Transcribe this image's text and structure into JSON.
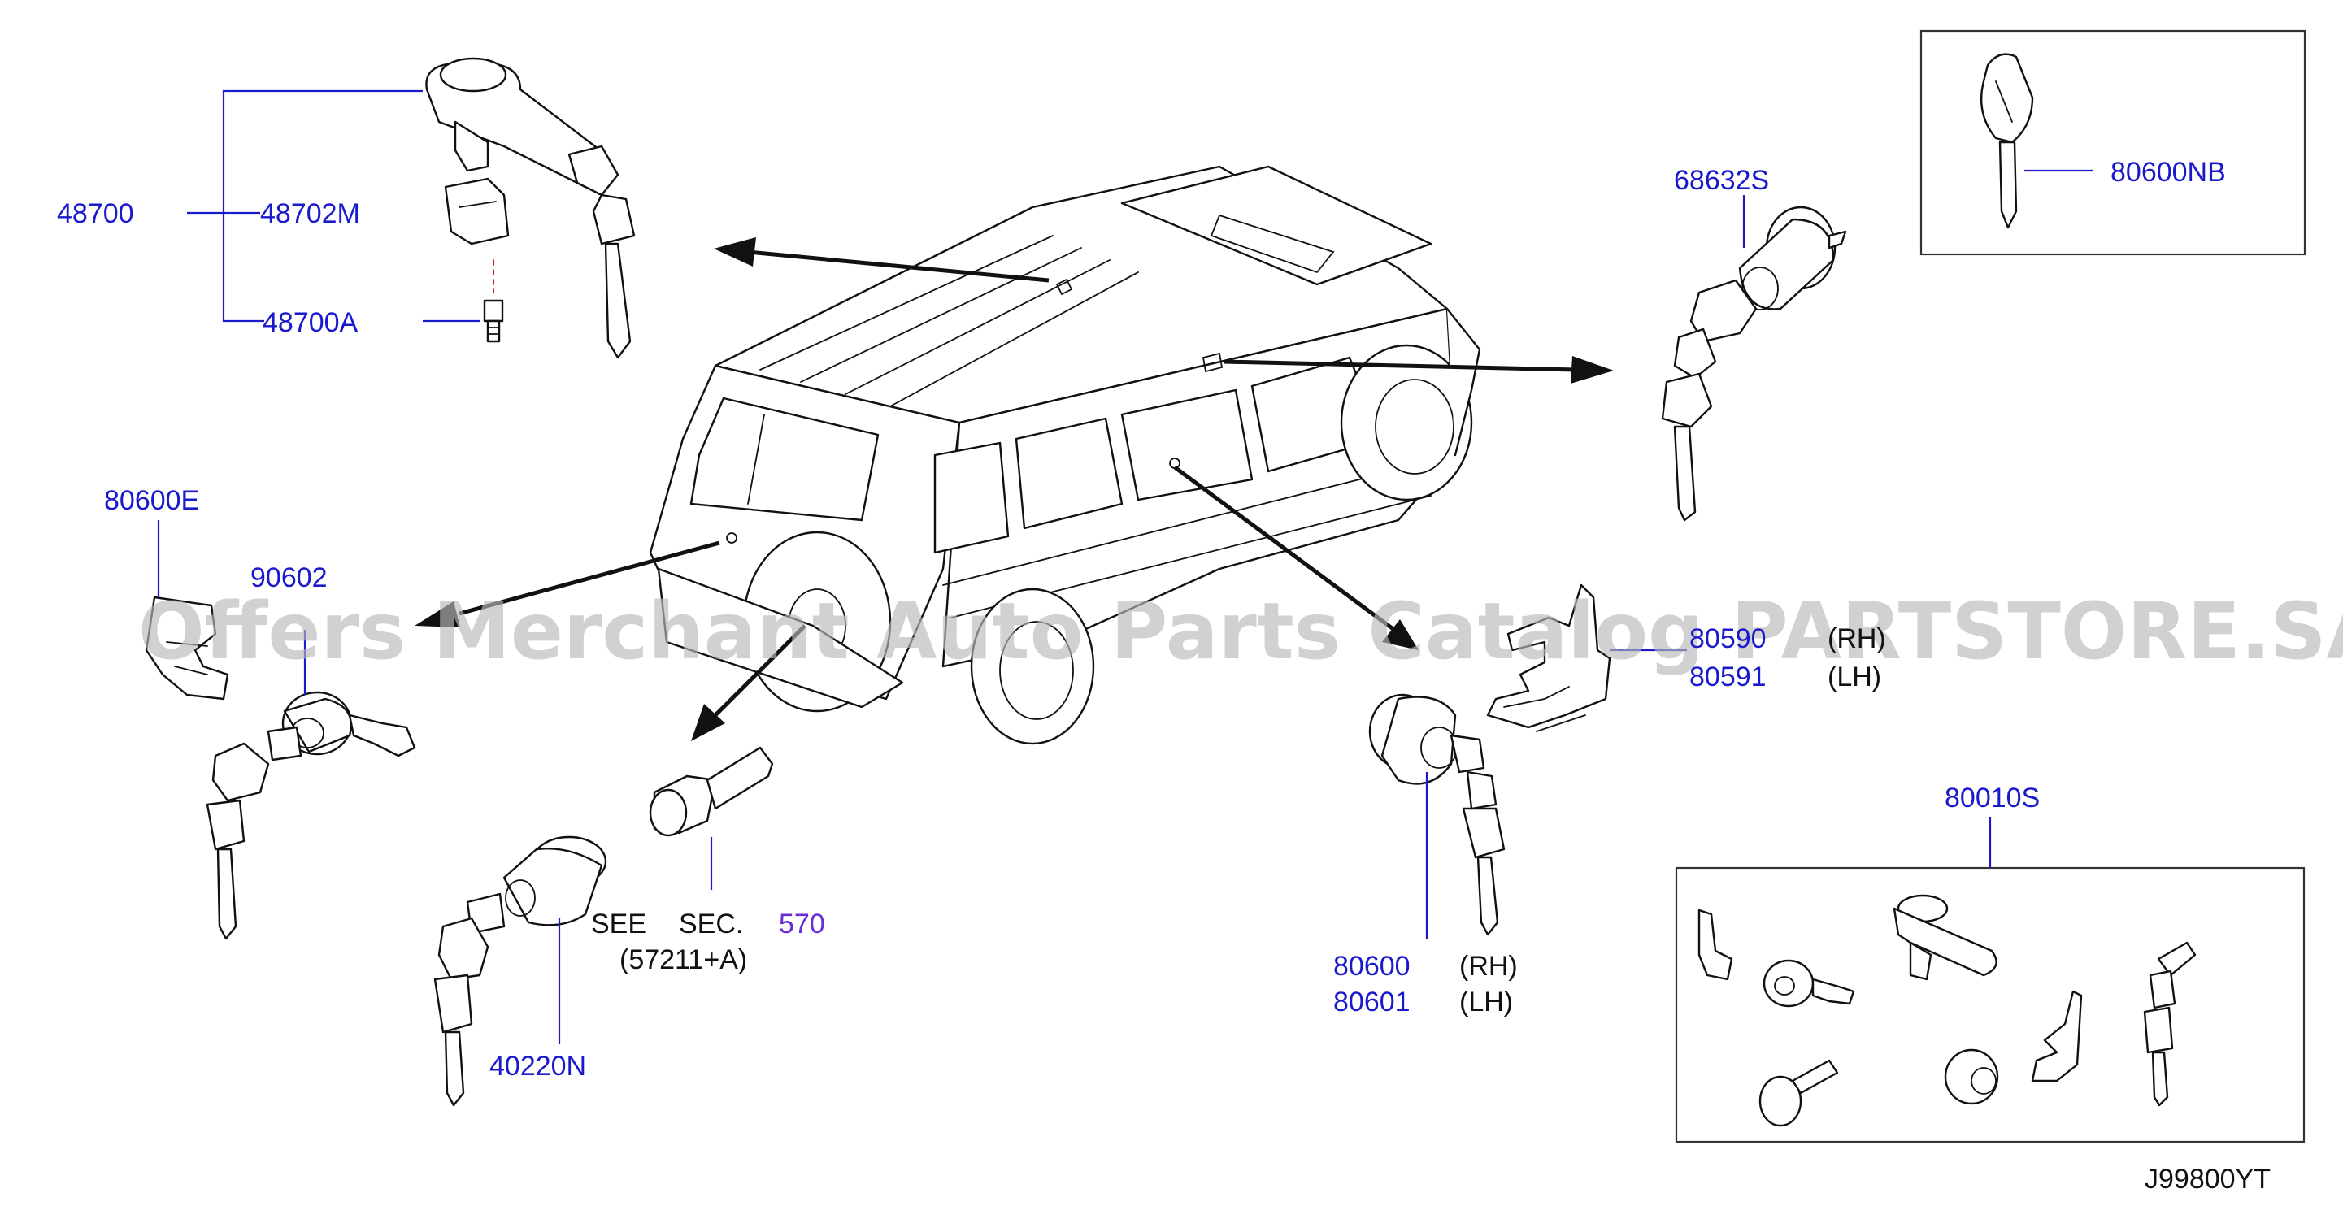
{
  "diagram_code": "J99800YT",
  "watermark": "Offers Merchant Auto Parts Catalog PARTSTORE.SA",
  "labels": {
    "p48700": "48700",
    "p48702M": "48702M",
    "p48700A": "48700A",
    "p80600E": "80600E",
    "p90602": "90602",
    "p40220N": "40220N",
    "see": "SEE",
    "sec": "SEC.",
    "sec_num": "570",
    "sec_ref": "(57211+A)",
    "p68632S": "68632S",
    "p80600NB": "80600NB",
    "p80590": "80590",
    "p80591": "80591",
    "rh1": "(RH)",
    "lh1": "(LH)",
    "p80600": "80600",
    "p80601": "80601",
    "rh2": "(RH)",
    "lh2": "(LH)",
    "p80010S": "80010S"
  },
  "colors": {
    "label_blue": "#1a1acc",
    "section_violet": "#6a2bd9",
    "line_art": "#111111",
    "watermark": "#b9b9b9"
  }
}
